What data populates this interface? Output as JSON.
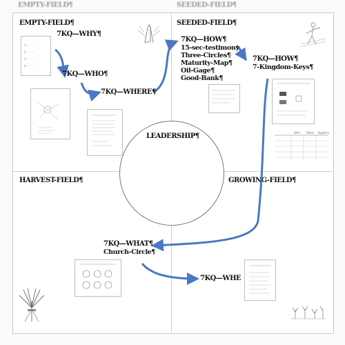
{
  "top_ghost": {
    "left": "EMPTY-FIELD¶",
    "right": "SEEDED-FIELD¶"
  },
  "quadrants": {
    "empty_title": "EMPTY-FIELD¶",
    "seeded_title": "SEEDED-FIELD¶",
    "harvest_title": "HARVEST-FIELD¶",
    "growing_title": "GROWING-FIELD¶"
  },
  "center": {
    "title": "LEADERSHIP¶"
  },
  "steps": {
    "why": "7KQ—WHY¶",
    "who": "7KQ—WHO¶",
    "where": "7KQ—WHERE¶",
    "how1": "7KQ—HOW¶",
    "how1_items": [
      "15-sec-testimony",
      "Three-Circles¶",
      "Maturity-Map¶",
      "Oil-Gage¶",
      "Good-Bank¶"
    ],
    "how2": "7KQ—HOW¶",
    "how2_items": [
      "7-Kingdom-Keys¶"
    ],
    "what": "7KQ—WHAT¶",
    "what_items": [
      "Church-Circle¶"
    ],
    "when": "7KQ—WHE"
  },
  "doc_snippets": {
    "table_header": [
      "Who",
      "When",
      "Together"
    ]
  },
  "colors": {
    "arrow": "#4a78c2",
    "grid": "#cfcfcf",
    "text": "#111111"
  },
  "icons": [
    "praying-hands-icon",
    "sower-icon",
    "wheat-sheaf-icon",
    "seedlings-icon"
  ]
}
